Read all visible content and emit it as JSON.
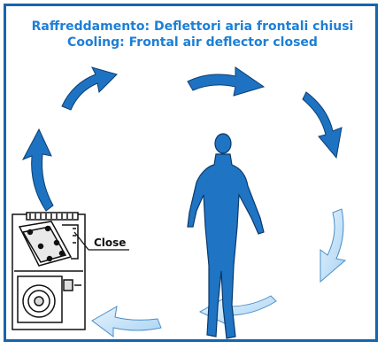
{
  "title": {
    "line1": "Raffreddamento: Deflettori aria frontali chiusi",
    "line2": "Cooling: Frontal air deflector closed"
  },
  "unit_callout": {
    "label": "Close"
  },
  "colors": {
    "frame": "#1565b0",
    "title": "#1d7fd6",
    "arrow_dark": "#1e72c2",
    "arrow_light": "#bfdff7",
    "person": "#1f74c4"
  }
}
